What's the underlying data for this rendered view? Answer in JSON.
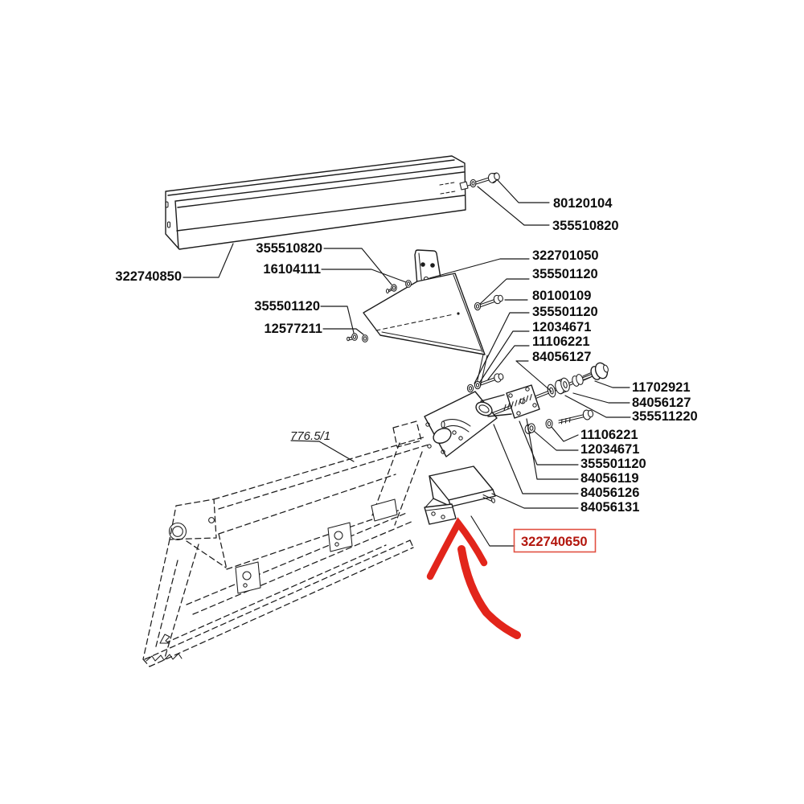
{
  "diagram": {
    "type": "exploded-parts-diagram",
    "figure_ref": "776.5/1",
    "highlighted_part": "322740650",
    "colors": {
      "line": "#1c1c1c",
      "label_text": "#0d0d0d",
      "highlight_arrow": "#e2251b",
      "highlight_box_border": "#e25041",
      "highlight_label_text": "#b3170e"
    },
    "labels": {
      "top_right": [
        "80120104",
        "355510820"
      ],
      "rail": "322740850",
      "mid_left": [
        "355510820",
        "16104111",
        "355501120",
        "12577211"
      ],
      "right_col1": [
        "322701050",
        "355501120",
        "80100109",
        "355501120",
        "12034671",
        "11106221",
        "84056127"
      ],
      "right_col2": [
        "11702921",
        "84056127",
        "355511220"
      ],
      "right_col3": [
        "11106221",
        "12034671",
        "355501120",
        "84056119",
        "84056126",
        "84056131"
      ],
      "highlighted": "322740650"
    }
  }
}
